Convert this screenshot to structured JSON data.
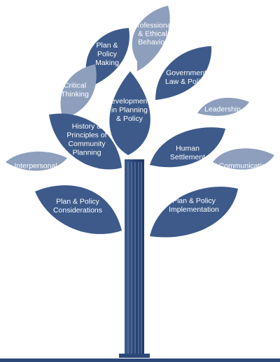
{
  "colors": {
    "dark_leaf": "#3d5a8a",
    "light_leaf": "#8e9fbd",
    "trunk": "#2c4878",
    "trunk_line": "#6f88b4",
    "ground": "#2c4878",
    "label": "#ffffff"
  },
  "leaves": [
    {
      "id": "professional-ethical",
      "lines": [
        "Professional",
        "& Ethical",
        "Behavior"
      ],
      "tone": "light"
    },
    {
      "id": "plan-policy-making",
      "lines": [
        "Plan &",
        "Policy",
        "Making"
      ],
      "tone": "dark"
    },
    {
      "id": "government-law-policy",
      "lines": [
        "Government",
        "Law & Policy"
      ],
      "tone": "dark"
    },
    {
      "id": "critical-thinking",
      "lines": [
        "Critical",
        "Thinking"
      ],
      "tone": "light"
    },
    {
      "id": "developments-planning-policy",
      "lines": [
        "Developments",
        "in Planning",
        "& Policy"
      ],
      "tone": "dark"
    },
    {
      "id": "leadership",
      "lines": [
        "Leadership"
      ],
      "tone": "light"
    },
    {
      "id": "history-principles",
      "lines": [
        "History &",
        "Principles of",
        "Community",
        "Planning"
      ],
      "tone": "dark"
    },
    {
      "id": "human-settlement",
      "lines": [
        "Human",
        "Settlement"
      ],
      "tone": "dark"
    },
    {
      "id": "interpersonal",
      "lines": [
        "Interpersonal"
      ],
      "tone": "light"
    },
    {
      "id": "communication",
      "lines": [
        "Communication"
      ],
      "tone": "light"
    },
    {
      "id": "plan-policy-considerations",
      "lines": [
        "Plan & Policy",
        "Considerations"
      ],
      "tone": "dark"
    },
    {
      "id": "plan-policy-implementation",
      "lines": [
        "Plan & Policy",
        "Implementation"
      ],
      "tone": "dark"
    }
  ]
}
